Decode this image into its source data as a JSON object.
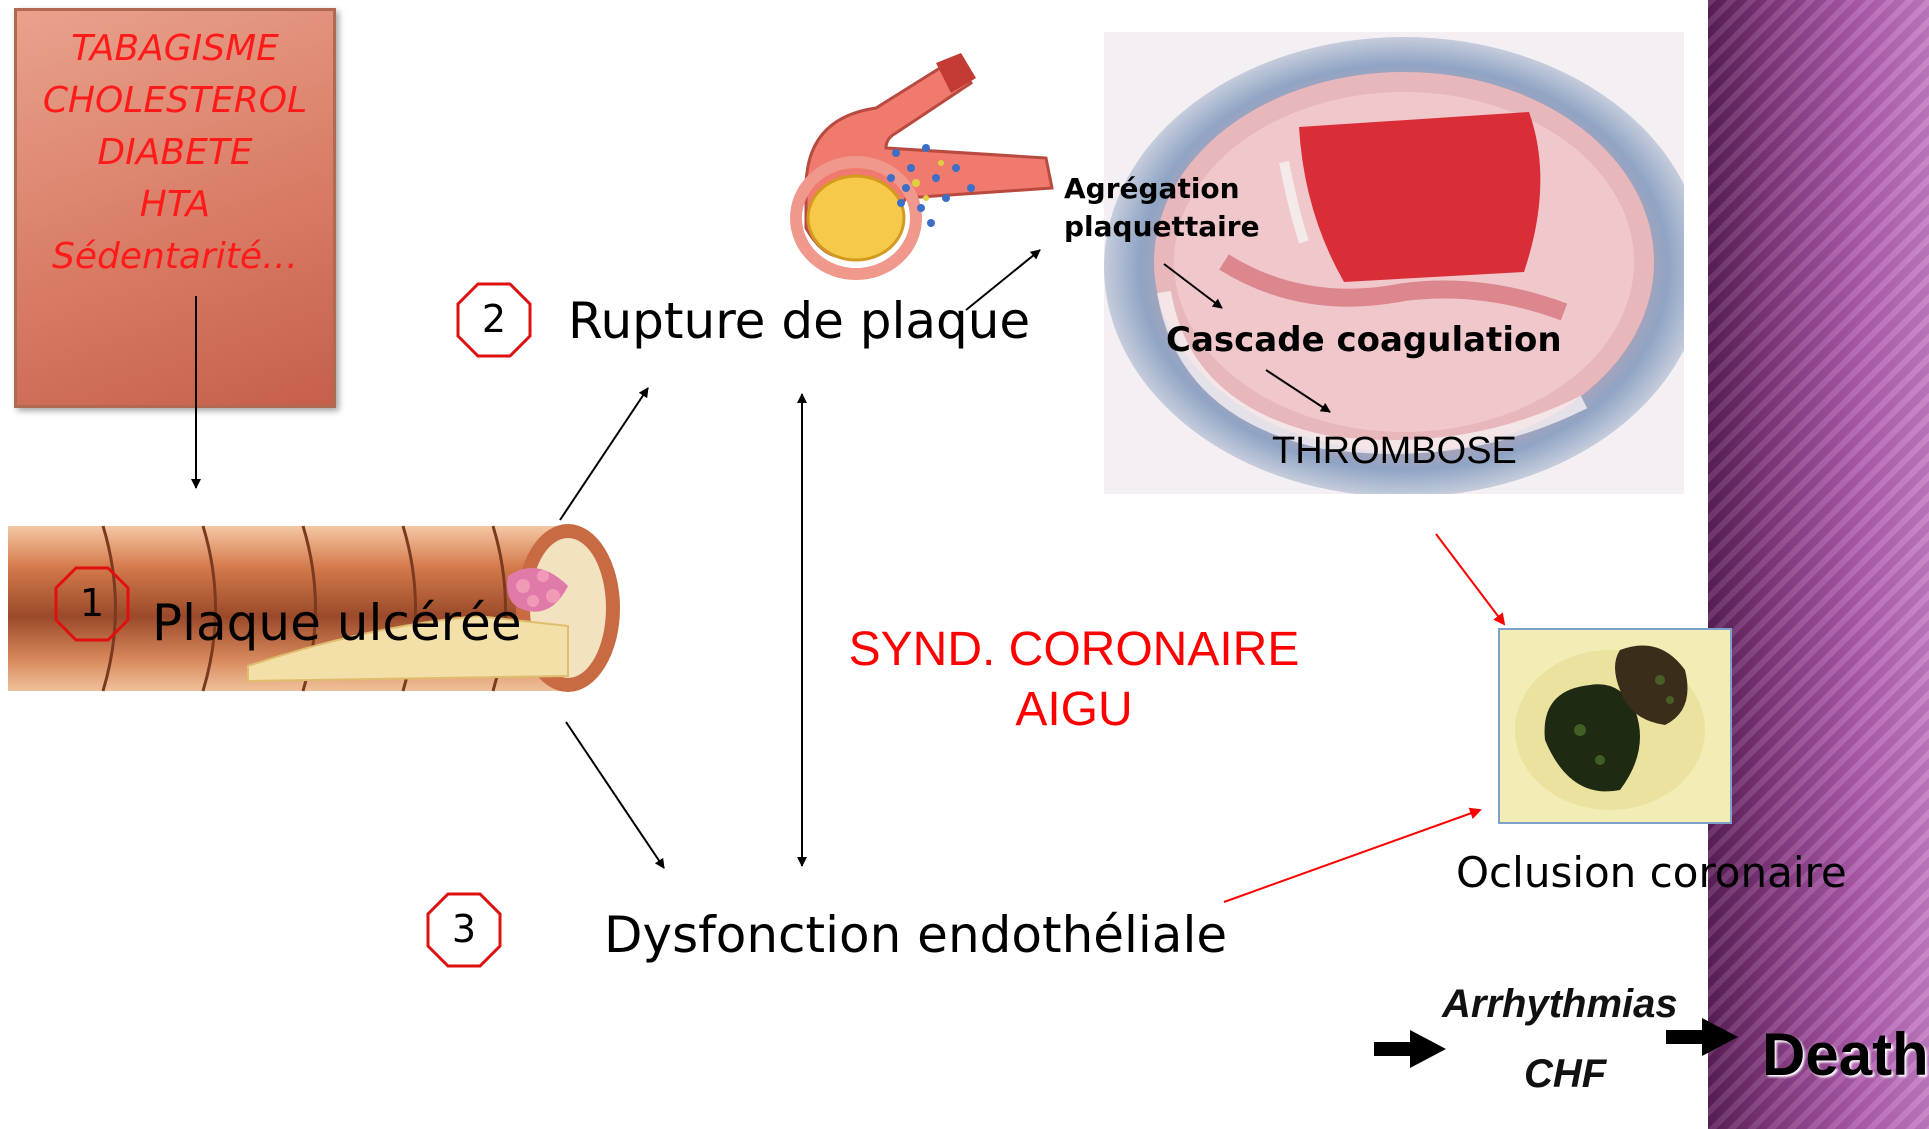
{
  "risk_factors": [
    "TABAGISME",
    "CHOLESTEROL",
    "DIABETE",
    "HTA",
    "Sédentarité…"
  ],
  "steps": [
    {
      "number": "1",
      "label": "Plaque ulcérée"
    },
    {
      "number": "2",
      "label": "Rupture de plaque"
    },
    {
      "number": "3",
      "label": "Dysfonction endothéliale"
    }
  ],
  "thrombus": {
    "aggregation": "Agrégation plaquettaire",
    "aggregation_line1": "Agrégation",
    "aggregation_line2": "plaquettaire",
    "cascade": "Cascade coagulation",
    "thrombose": "THROMBOSE"
  },
  "center_title": {
    "line1": "SYND. CORONAIRE",
    "line2": "AIGU"
  },
  "occlusion": "Oclusion coronaire",
  "outcomes": {
    "arrhythmias": "Arrhythmias",
    "chf": "CHF",
    "death": "Death"
  },
  "colors": {
    "risk_text": "#ff1a1a",
    "risk_box": "#d97c66",
    "accent_red": "#ff0000",
    "side_band": "#8a3e86",
    "octagon_stroke": "#e01010"
  }
}
